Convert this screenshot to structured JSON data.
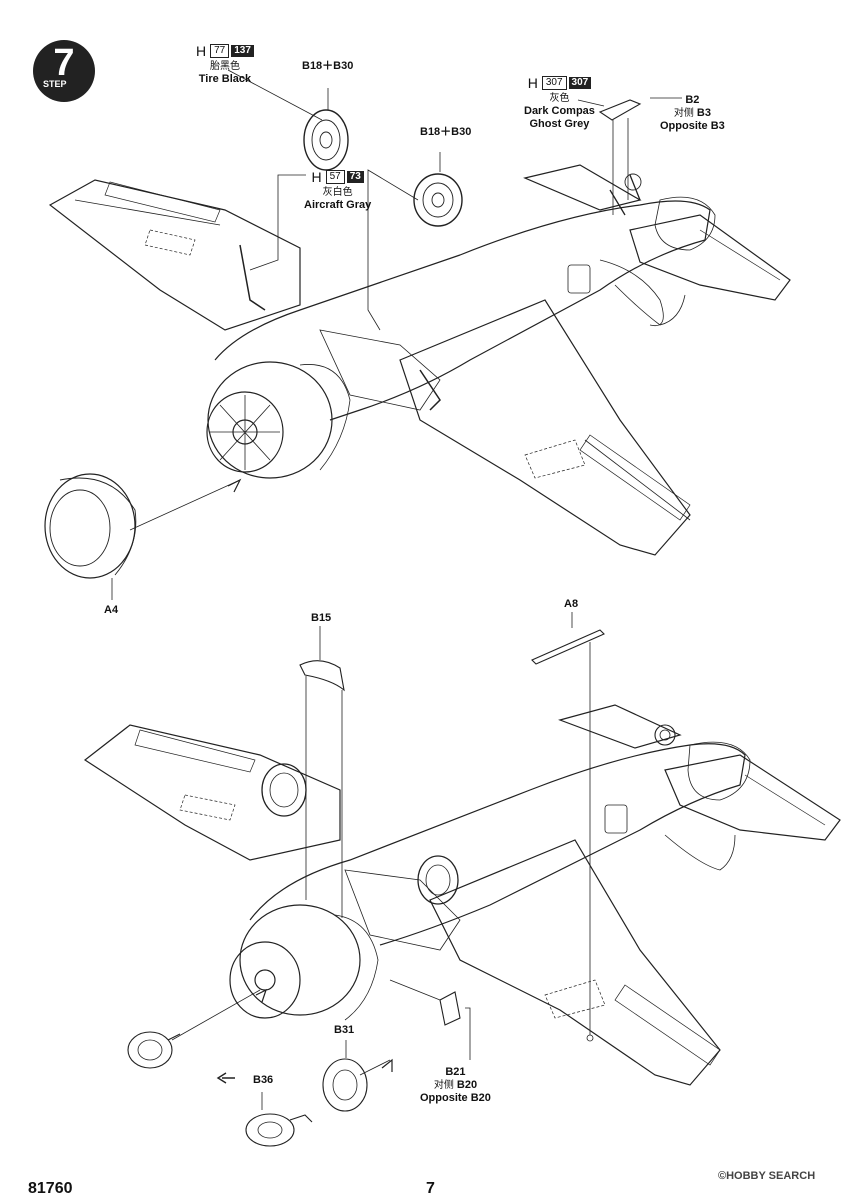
{
  "step": {
    "number": "7",
    "label": "STEP"
  },
  "callouts": {
    "tire_color": {
      "prefix": "H",
      "code1": "77",
      "code2": "137",
      "cn": "胎黑色",
      "en": "Tire Black"
    },
    "wheel1": {
      "text": "B18＋B30"
    },
    "wheel2": {
      "text": "B18＋B30"
    },
    "hub_color": {
      "prefix": "H",
      "code1": "57",
      "code2": "73",
      "cn": "灰白色",
      "en": "Aircraft Gray"
    },
    "tail_color": {
      "prefix": "H",
      "code1": "307",
      "code2": "307",
      "cn": "灰色",
      "en1": "Dark Compas",
      "en2": "Ghost Grey"
    },
    "b2": {
      "part": "B2",
      "cn": "对侧",
      "side": "B3",
      "en": "Opposite B3"
    },
    "a4": {
      "text": "A4"
    },
    "b15": {
      "text": "B15"
    },
    "a8": {
      "text": "A8"
    },
    "b31": {
      "text": "B31"
    },
    "b36": {
      "text": "B36"
    },
    "b21": {
      "part": "B21",
      "cn": "对侧",
      "side": "B20",
      "en": "Opposite B20"
    }
  },
  "footer": {
    "code": "81760",
    "page": "7"
  },
  "watermark": {
    "text": "©HOBBY SEARCH"
  }
}
